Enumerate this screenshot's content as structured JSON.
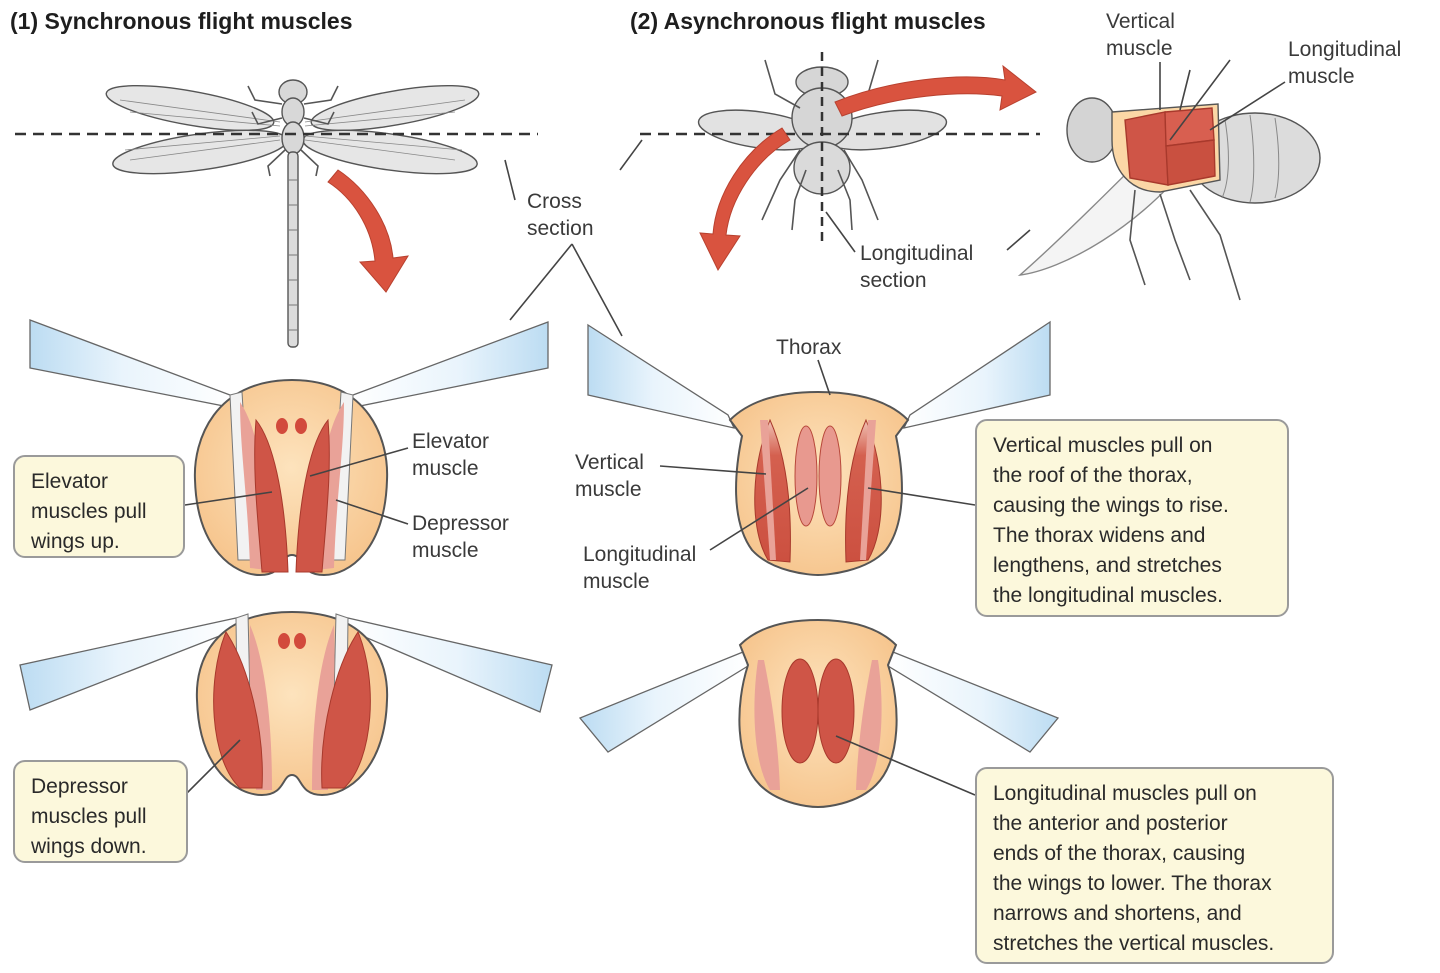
{
  "headings": {
    "synchronous": "(1)  Synchronous flight muscles",
    "asynchronous": "(2)  Asynchronous flight muscles"
  },
  "labels": {
    "cross_section": [
      "Cross",
      "section"
    ],
    "longitudinal_section": [
      "Longitudinal",
      "section"
    ],
    "fly_vertical_muscle": [
      "Vertical",
      "muscle"
    ],
    "fly_longitudinal_muscle": [
      "Longitudinal",
      "muscle"
    ],
    "thorax": "Thorax",
    "elevator_muscle": [
      "Elevator",
      "muscle"
    ],
    "depressor_muscle": [
      "Depressor",
      "muscle"
    ],
    "vertical_muscle": [
      "Vertical",
      "muscle"
    ],
    "longitudinal_muscle": [
      "Longitudinal",
      "muscle"
    ]
  },
  "callouts": {
    "elevator_pull": [
      "Elevator",
      "muscles pull",
      "wings up."
    ],
    "depressor_pull": [
      "Depressor",
      "muscles pull",
      "wings down."
    ],
    "vertical_pull": [
      "Vertical muscles pull on",
      "the roof of the thorax,",
      "causing the wings to rise.",
      "The thorax widens and",
      "lengthens, and stretches",
      "the longitudinal muscles."
    ],
    "longitudinal_pull": [
      "Longitudinal muscles pull on",
      "the anterior and posterior",
      "ends of the thorax, causing",
      "the wings to lower. The thorax",
      "narrows and shortens, and",
      "stretches the vertical muscles."
    ]
  },
  "colors": {
    "muscle": "#cf5547",
    "muscle_light": "#e9a298",
    "thorax_fill": "#fbd7a6",
    "wing": "#cfe7f7",
    "arrow": "#d9533f",
    "callout_bg": "#fcf8dc"
  },
  "icons": [
    "dragonfly-illustration",
    "fly-top-view-illustration",
    "fly-side-view-illustration",
    "curved-arrow-icon"
  ]
}
